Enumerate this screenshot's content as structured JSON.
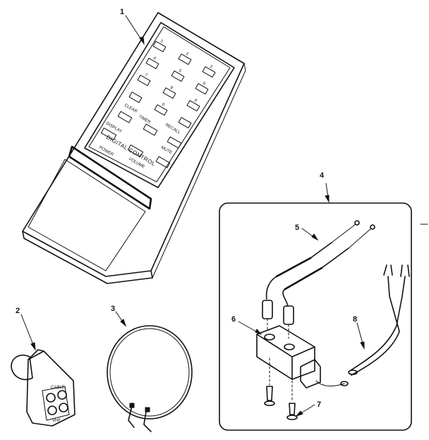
{
  "callouts": {
    "remote": "1",
    "adapter": "2",
    "loop": "3",
    "antenna_box": "4",
    "rods": "5",
    "mount_block": "6",
    "screws": "7",
    "leads": "8"
  },
  "remote_labels": {
    "digital_control": "DIGITAL CONTROL",
    "power": "POWER",
    "volume": "VOLUME",
    "display": "DISPLAY",
    "timer": "TIMER",
    "recall": "RECALL",
    "mute": "MUTE",
    "clear": "CLEAR"
  },
  "adapter_labels": {
    "top": "CABLE",
    "bottom": "VHF"
  },
  "keypad_digits": [
    "1",
    "2",
    "3",
    "4",
    "5",
    "6",
    "7",
    "8",
    "9",
    "0"
  ]
}
